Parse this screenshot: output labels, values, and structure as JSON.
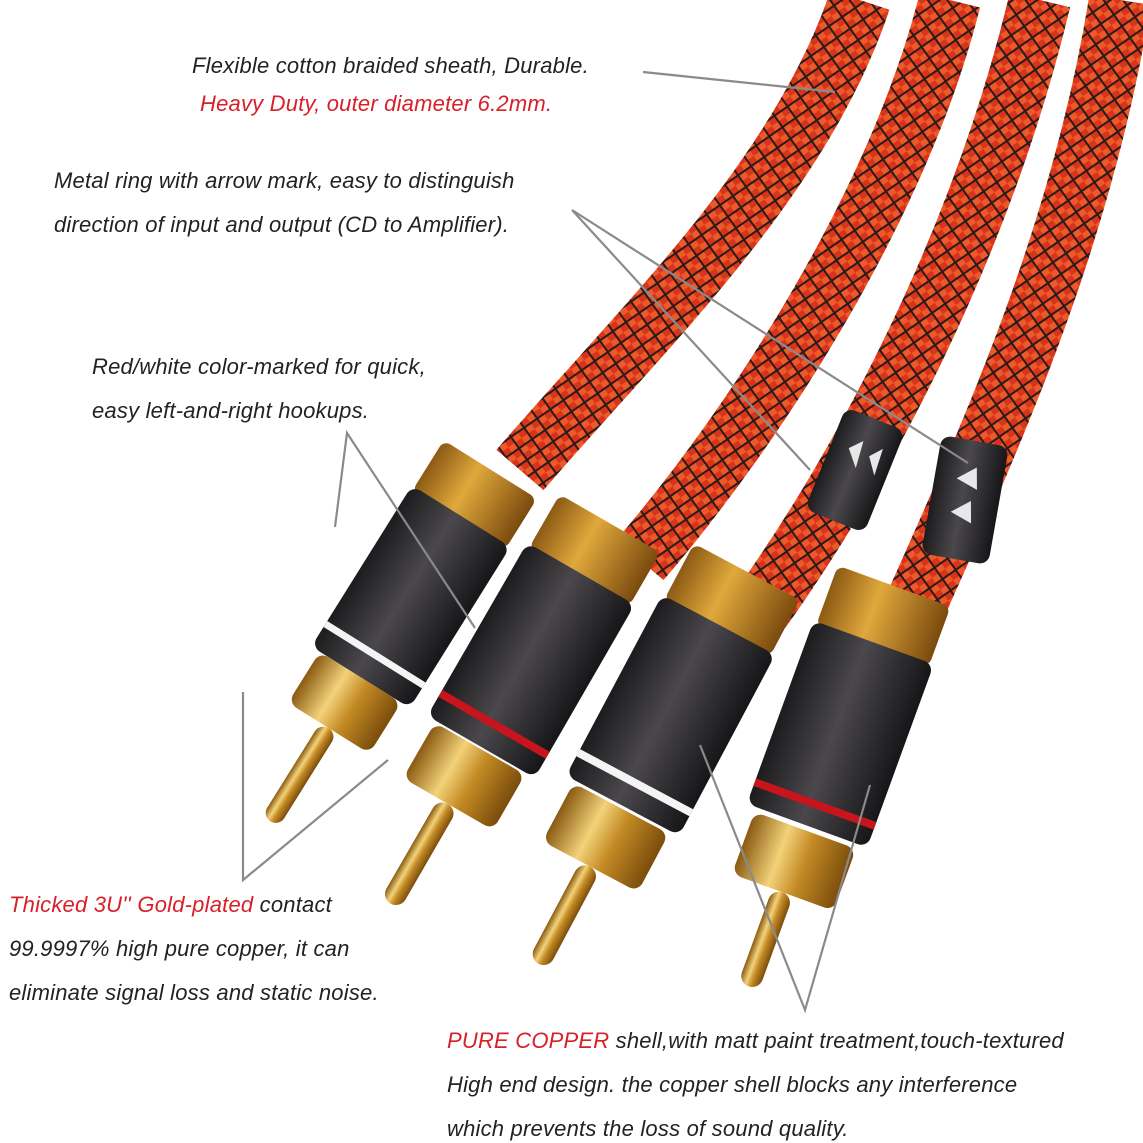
{
  "colors": {
    "accent_red": "#d8202a",
    "text": "#222222",
    "braid_red": "#d8341c",
    "braid_dark": "#2a1a18",
    "shell_black": "#2b2a2c",
    "gold": "#c79a2e",
    "pointer_line": "#8a8a8a"
  },
  "callouts": {
    "sheath": {
      "line1": "Flexible cotton braided sheath, Durable.",
      "line2": "Heavy Duty, outer diameter 6.2mm."
    },
    "ring": {
      "line1": "Metal ring with arrow mark, easy to distinguish",
      "line2": "direction of input and output (CD to Amplifier)."
    },
    "color_mark": {
      "line1": "Red/white color-marked for quick,",
      "line2": "easy left-and-right hookups."
    },
    "gold": {
      "line1_red": "Thicked 3U'' Gold-plated",
      "line1_rest": " contact",
      "line2": "99.9997% high pure copper, it can",
      "line3": "eliminate signal loss and static noise."
    },
    "copper": {
      "line1_red": "PURE COPPER",
      "line1_rest": " shell,with matt paint treatment,touch-textured",
      "line2": "High end design. the copper shell blocks any interference",
      "line3": "which prevents the loss of sound quality."
    }
  }
}
